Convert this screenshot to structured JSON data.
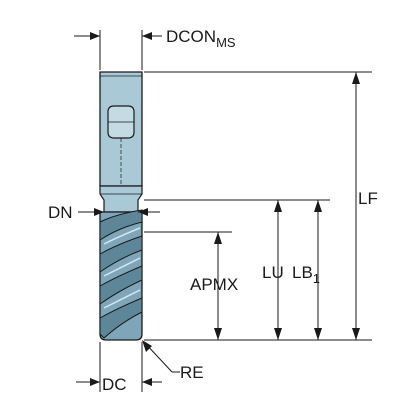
{
  "labels": {
    "dcon": "DCON",
    "dcon_sub": "MS",
    "lf": "LF",
    "dn": "DN",
    "lu": "LU",
    "lb": "LB",
    "lb_sub": "1",
    "apmx": "APMX",
    "dc": "DC",
    "re": "RE"
  },
  "colors": {
    "shank": "#a9c9d6",
    "flutes": "#7fa6b8",
    "outline": "#1a1a1a"
  }
}
